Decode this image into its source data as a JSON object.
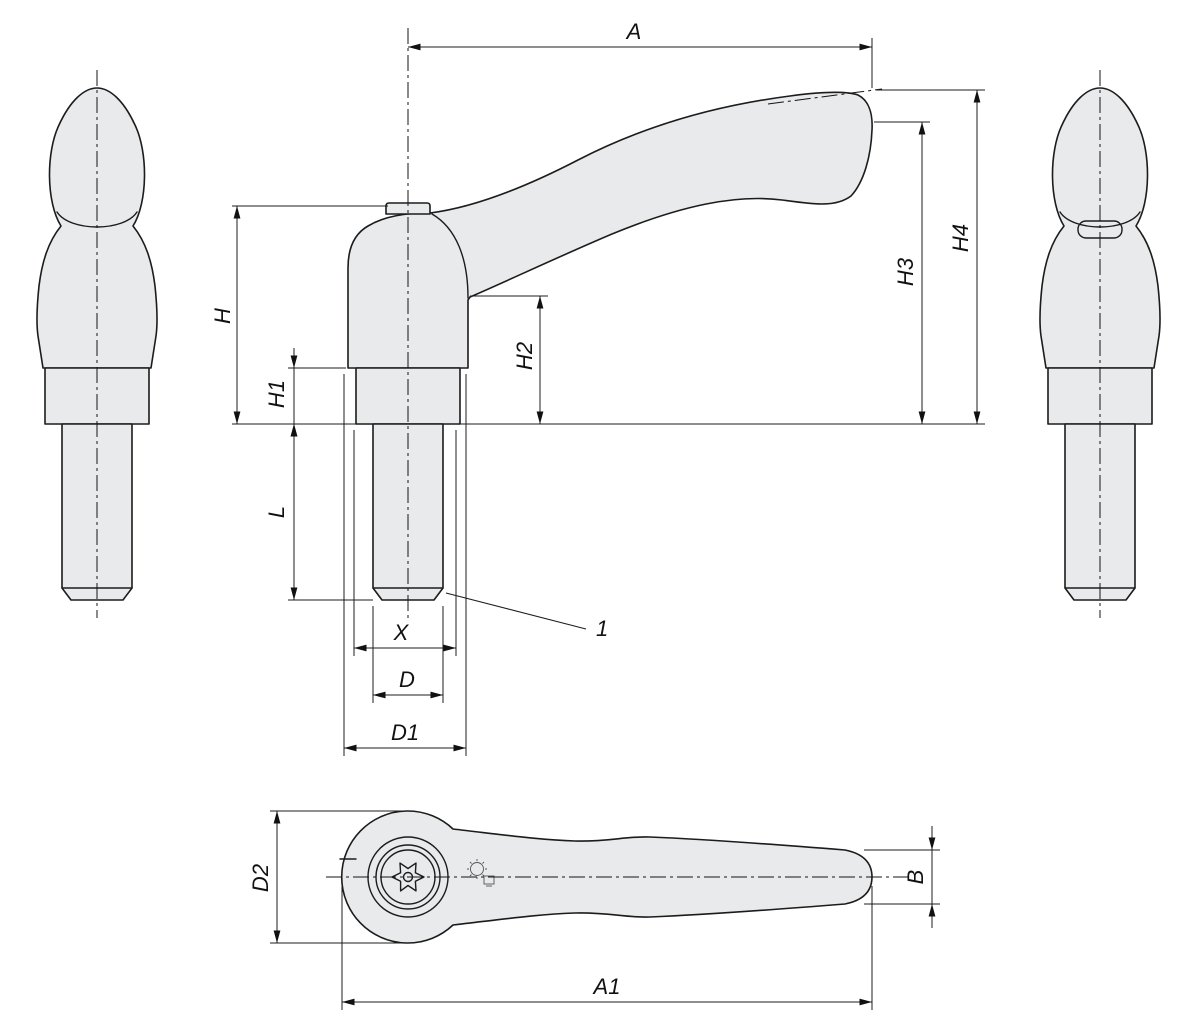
{
  "drawing": {
    "background": "#ffffff",
    "outline_color": "#1c1c1c",
    "part_fill": "#e8eaeb",
    "labels": {
      "A": "A",
      "H": "H",
      "H1": "H1",
      "H2": "H2",
      "H3": "H3",
      "H4": "H4",
      "L": "L",
      "X": "X",
      "D": "D",
      "D1": "D1",
      "D2": "D2",
      "B": "B",
      "A1": "A1",
      "callout1": "1"
    }
  }
}
